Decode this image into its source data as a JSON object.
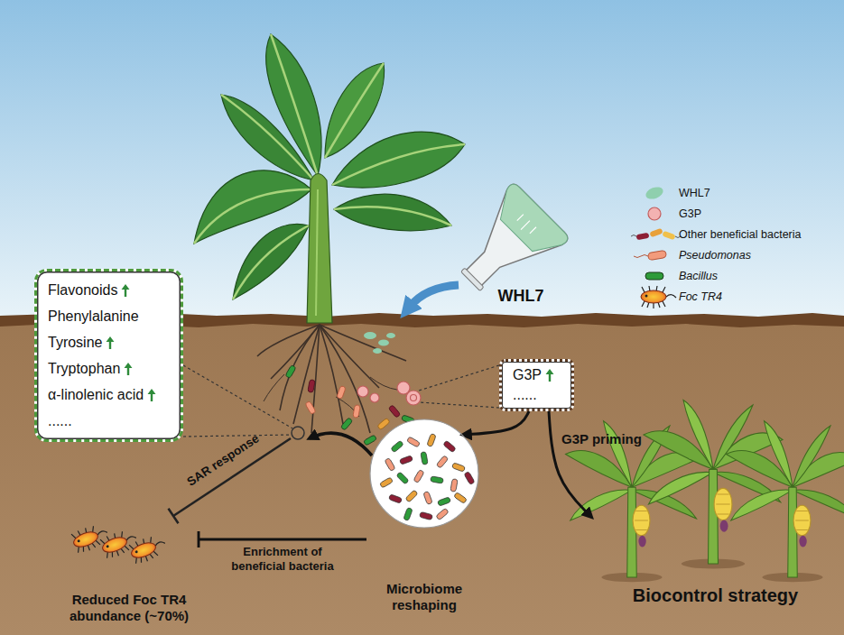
{
  "diagram": {
    "nodes": [
      {
        "text": [
          "Flavonoids",
          "Phenylalanine",
          "Tyrosine",
          "Tryptophan",
          "α-linolenic acid",
          "......"
        ]
      },
      {
        "text": [
          "G3P",
          "......"
        ]
      },
      {
        "text": [
          "Microbiome reshaping"
        ]
      },
      {
        "text": [
          "Reduced Foc TR4 abundance (~70%)"
        ]
      },
      {
        "text": [
          "Biocontrol strategy"
        ]
      }
    ],
    "edges": [
      {
        "from": 1,
        "to": 2,
        "arrow": "to"
      },
      {
        "from": 1,
        "to": 4,
        "label": "G3P priming",
        "arrow": "to"
      },
      {
        "from": 2,
        "to": 3,
        "label": "Enrichment of beneficial bacteria",
        "arrow": "to"
      }
    ],
    "labels": [
      "WHL7",
      "SAR response"
    ],
    "legend": [
      {
        "text": "WHL7"
      },
      {
        "text": "G3P"
      },
      {
        "text": "Other beneficial bacteria"
      },
      {
        "text": "Pseudomonas"
      },
      {
        "text": "Bacillus"
      },
      {
        "text": "Foc TR4"
      }
    ]
  }
}
